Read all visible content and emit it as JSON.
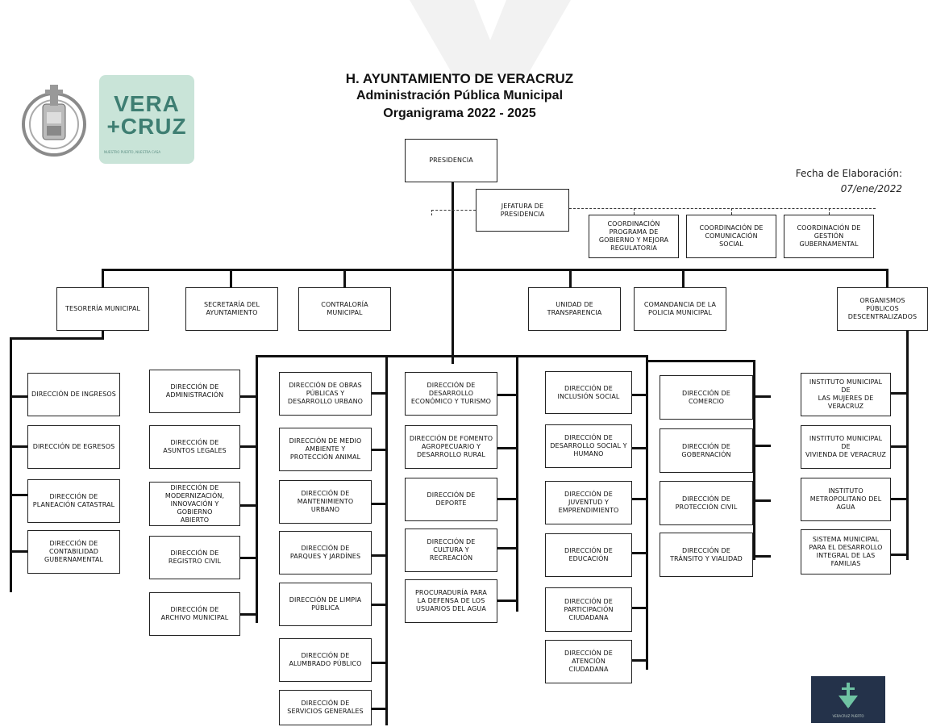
{
  "header": {
    "line1": "H. AYUNTAMIENTO DE VERACRUZ",
    "line2": "Administración Pública Municipal",
    "line3": "Organigrama 2022 - 2025"
  },
  "fecha": {
    "label": "Fecha de Elaboración:",
    "value": "07/ene/2022"
  },
  "logos": {
    "brand_line1": "VERA",
    "brand_line2": "+CRUZ",
    "brand_tagline": "NUESTRO PUERTO, NUESTRA CASA",
    "corner_caption": "VERACRUZ PUERTO"
  },
  "top": {
    "presidencia": "PRESIDENCIA",
    "jefatura": "JEFATURA DE\nPRESIDENCIA"
  },
  "coordinaciones": [
    "COORDINACIÓN\nPROGRAMA DE\nGOBIERNO Y MEJORA\nREGULATORIA",
    "COORDINACIÓN DE\nCOMUNICACIÓN\nSOCIAL",
    "COORDINACIÓN DE\nGESTIÓN\nGUBERNAMENTAL"
  ],
  "areas": [
    "TESORERÍA MUNICIPAL",
    "SECRETARÍA DEL\nAYUNTAMIENTO",
    "CONTRALORÍA\nMUNICIPAL",
    "UNIDAD DE\nTRANSPARENCIA",
    "COMANDANCIA DE LA\nPOLICIA MUNICIPAL",
    "ORGANISMOS\nPÚBLICOS\nDESCENTRALIZADOS"
  ],
  "tesoreria": [
    "DIRECCIÓN DE INGRESOS",
    "DIRECCIÓN DE EGRESOS",
    "DIRECCIÓN DE\nPLANEACIÓN CATASTRAL",
    "DIRECCIÓN DE\nCONTABILIDAD\nGUBERNAMENTAL"
  ],
  "secretaria": [
    "DIRECCIÓN DE\nADMINISTRACIÓN",
    "DIRECCIÓN DE\nASUNTOS LEGALES",
    "DIRECCIÓN DE\nMODERNIZACIÓN,\nINNOVACIÓN Y GOBIERNO\nABIERTO",
    "DIRECCIÓN DE\nREGISTRO CIVIL",
    "DIRECCIÓN DE\nARCHIVO MUNICIPAL"
  ],
  "col_obras": [
    "DIRECCIÓN DE OBRAS\nPÚBLICAS Y\nDESARROLLO URBANO",
    "DIRECCIÓN DE MEDIO\nAMBIENTE Y\nPROTECCIÓN ANIMAL",
    "DIRECCIÓN DE\nMANTENIMIENTO\nURBANO",
    "DIRECCIÓN DE\nPARQUES Y JARDÍNES",
    "DIRECCIÓN DE LIMPIA\nPÚBLICA",
    "DIRECCIÓN DE\nALUMBRADO PÚBLICO",
    "DIRECCIÓN DE\nSERVICIOS GENERALES"
  ],
  "col_desarrollo": [
    "DIRECCIÓN DE\nDESARROLLO\nECONÓMICO Y TURISMO",
    "DIRECCIÓN DE FOMENTO\nAGROPECUARIO Y\nDESARROLLO RURAL",
    "DIRECCIÓN DE\nDEPORTE",
    "DIRECCIÓN DE\nCULTURA Y\nRECREACIÓN",
    "PROCURADURÍA PARA\nLA DEFENSA DE LOS\nUSUARIOS DEL AGUA"
  ],
  "col_social": [
    "DIRECCIÓN DE\nINCLUSIÓN SOCIAL",
    "DIRECCIÓN DE\nDESARROLLO SOCIAL Y\nHUMANO",
    "DIRECCIÓN DE\nJUVENTUD Y\nEMPRENDIMIENTO",
    "DIRECCIÓN DE\nEDUCACIÓN",
    "DIRECCIÓN DE\nPARTICIPACIÓN\nCIUDADANA",
    "DIRECCIÓN DE\nATENCIÓN\nCIUDADANA"
  ],
  "col_comercio": [
    "DIRECCIÓN DE\nCOMERCIO",
    "DIRECCIÓN DE\nGOBERNACIÓN",
    "DIRECCIÓN DE\nPROTECCIÓN CIVIL",
    "DIRECCIÓN DE\nTRÁNSITO Y VIALIDAD"
  ],
  "organismos": [
    "INSTITUTO MUNICIPAL DE\nLAS MUJERES DE\nVERACRUZ",
    "INSTITUTO MUNICIPAL DE\nVIVIENDA DE VERACRUZ",
    "INSTITUTO\nMETROPOLITANO DEL\nAGUA",
    "SISTEMA MUNICIPAL\nPARA EL DESARROLLO\nINTEGRAL DE LAS\nFAMILIAS"
  ]
}
